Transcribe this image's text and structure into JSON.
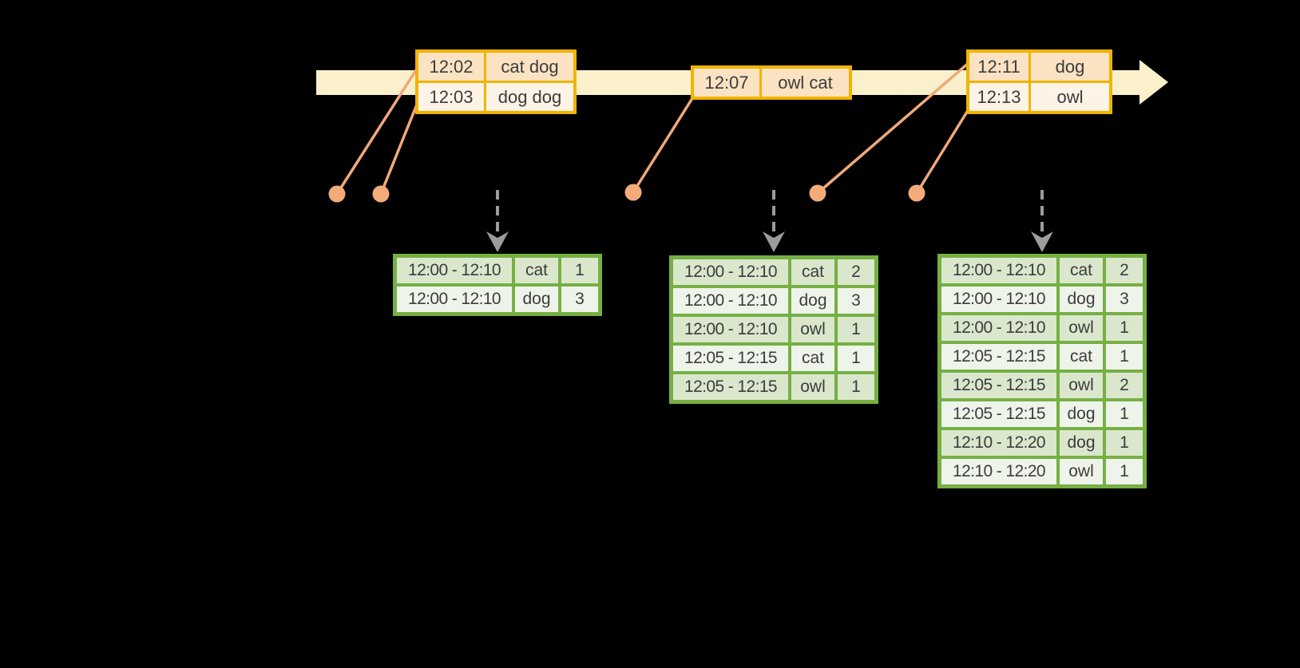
{
  "diagram_title": "windowed-grouped-aggregation-stream-diagram",
  "colors": {
    "background": "#000000",
    "timeline_band": "#FBF0CC",
    "event_table_border": "#F0B400",
    "event_row_dark": "#FAE2C2",
    "event_row_light": "#FDF3E7",
    "event_marker_orange": "#F2AB79",
    "connector_line_orange": "#EFA97B",
    "result_table_border": "#76B043",
    "result_row_dark": "#DAE7CD",
    "result_row_light": "#EFF4EB",
    "trigger_arrow_gray": "#9C9C9C",
    "text": "#3C3C3C"
  },
  "icons": {
    "timeline_arrowhead": "arrow-right",
    "event_marker": "dot",
    "trigger_arrow": "dashed-arrow-down"
  },
  "event_tables": [
    {
      "rows": [
        [
          "12:02",
          "cat dog"
        ],
        [
          "12:03",
          "dog dog"
        ]
      ]
    },
    {
      "rows": [
        [
          "12:07",
          "owl cat"
        ]
      ]
    },
    {
      "rows": [
        [
          "12:11",
          "dog"
        ],
        [
          "12:13",
          "owl"
        ]
      ]
    }
  ],
  "result_tables": [
    {
      "rows": [
        [
          "12:00 - 12:10",
          "cat",
          "1"
        ],
        [
          "12:00 - 12:10",
          "dog",
          "3"
        ]
      ]
    },
    {
      "rows": [
        [
          "12:00 - 12:10",
          "cat",
          "2"
        ],
        [
          "12:00 - 12:10",
          "dog",
          "3"
        ],
        [
          "12:00 - 12:10",
          "owl",
          "1"
        ],
        [
          "12:05 - 12:15",
          "cat",
          "1"
        ],
        [
          "12:05 - 12:15",
          "owl",
          "1"
        ]
      ]
    },
    {
      "rows": [
        [
          "12:00 - 12:10",
          "cat",
          "2"
        ],
        [
          "12:00 - 12:10",
          "dog",
          "3"
        ],
        [
          "12:00 - 12:10",
          "owl",
          "1"
        ],
        [
          "12:05 - 12:15",
          "cat",
          "1"
        ],
        [
          "12:05 - 12:15",
          "owl",
          "2"
        ],
        [
          "12:05 - 12:15",
          "dog",
          "1"
        ],
        [
          "12:10 - 12:20",
          "dog",
          "1"
        ],
        [
          "12:10 - 12:20",
          "owl",
          "1"
        ]
      ]
    }
  ]
}
